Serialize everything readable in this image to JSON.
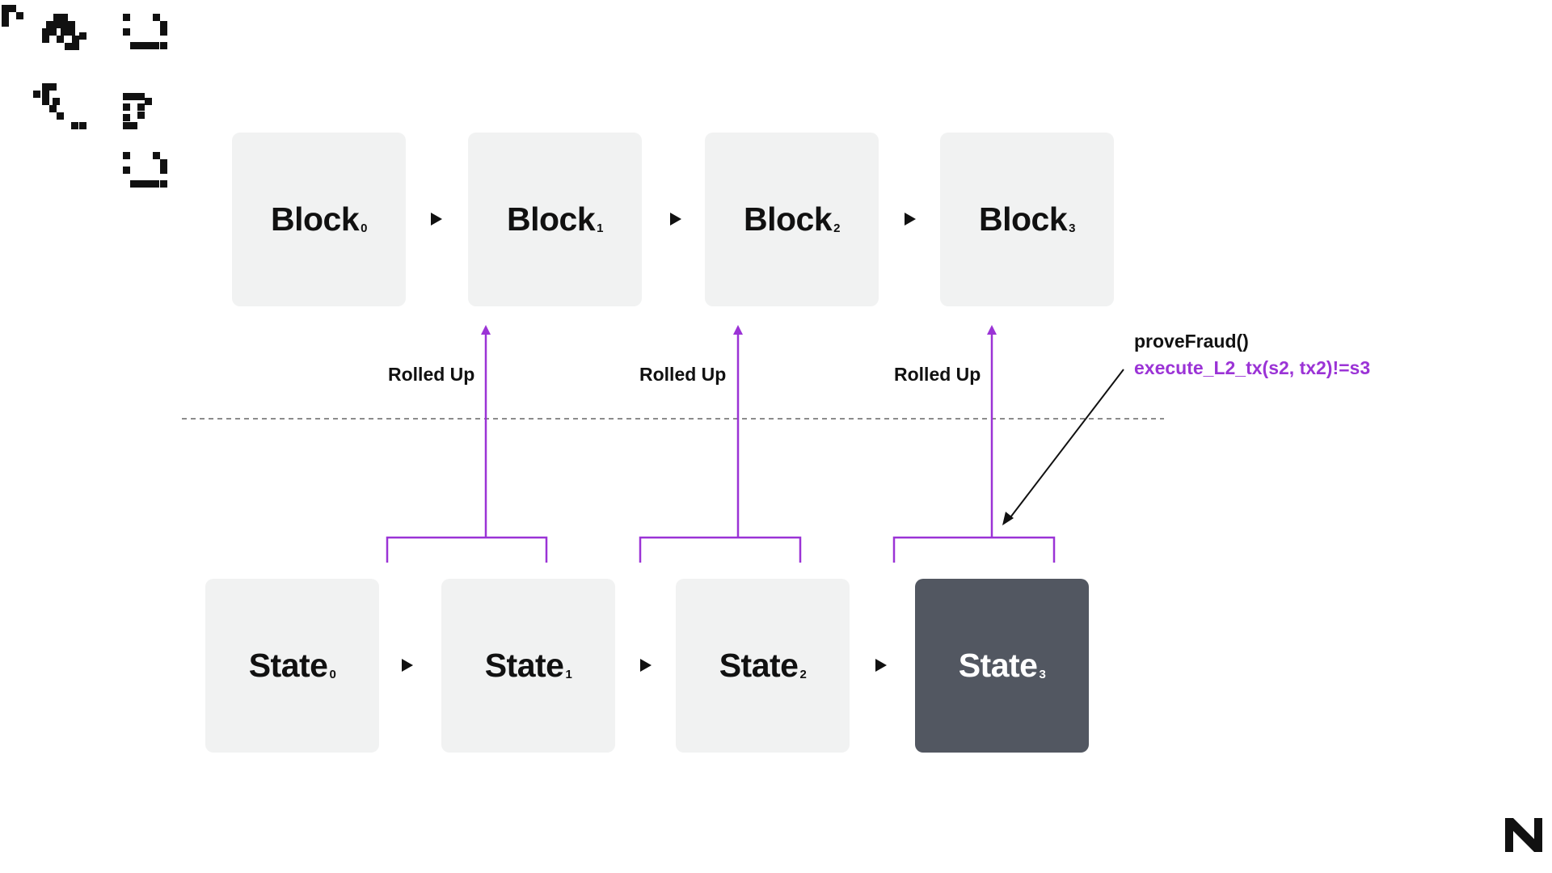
{
  "colors": {
    "box_fill": "#f1f2f2",
    "box_dark_fill": "#525761",
    "accent_purple": "#9b33d6",
    "dashed_line": "#666666"
  },
  "blocks": [
    {
      "label": "Block",
      "sub": "0"
    },
    {
      "label": "Block",
      "sub": "1"
    },
    {
      "label": "Block",
      "sub": "2"
    },
    {
      "label": "Block",
      "sub": "3"
    }
  ],
  "states": [
    {
      "label": "State",
      "sub": "0"
    },
    {
      "label": "State",
      "sub": "1"
    },
    {
      "label": "State",
      "sub": "2"
    },
    {
      "label": "State",
      "sub": "3",
      "highlighted": true
    }
  ],
  "rollups": [
    {
      "label": "Rolled Up"
    },
    {
      "label": "Rolled Up"
    },
    {
      "label": "Rolled Up"
    }
  ],
  "fraud_proof": {
    "call": "proveFraud()",
    "condition": "execute_L2_tx(s2, tx2)!=s3"
  },
  "icons": {
    "flow_arrow": "right-triangle-arrow-icon",
    "corner_art": "pixel-glyph-icon",
    "brand": "n-logo-icon"
  }
}
